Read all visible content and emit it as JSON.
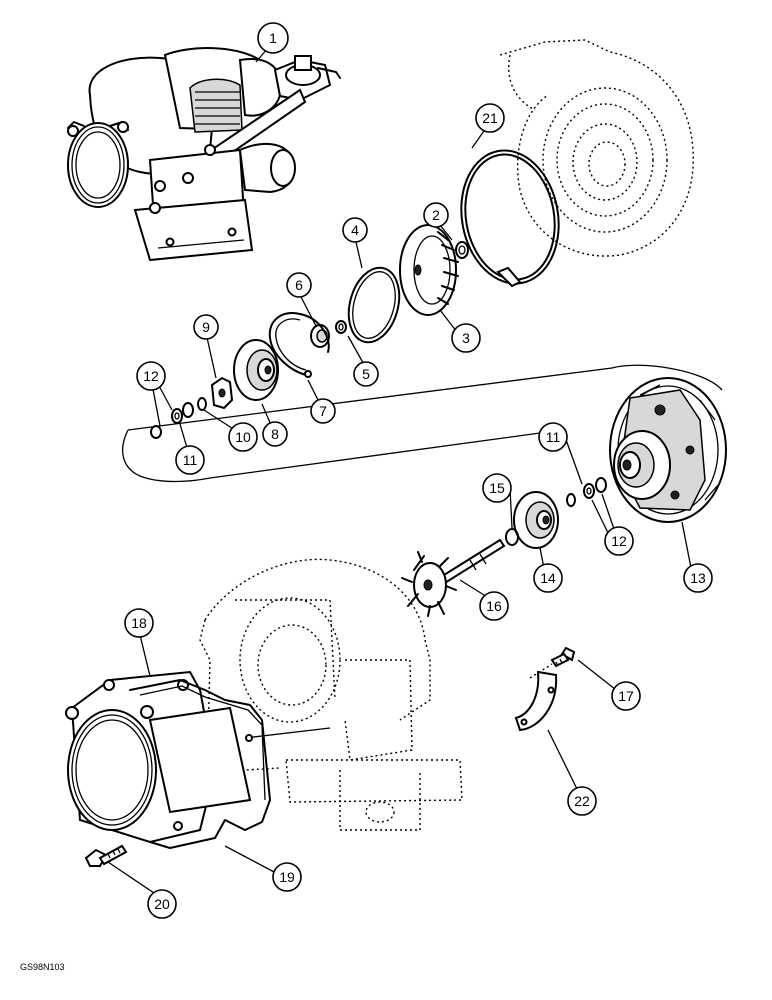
{
  "figure": {
    "reference_code": "GS98N103",
    "callouts": [
      {
        "id": "c1",
        "label": "1"
      },
      {
        "id": "c2",
        "label": "2"
      },
      {
        "id": "c3",
        "label": "3"
      },
      {
        "id": "c4",
        "label": "4"
      },
      {
        "id": "c5",
        "label": "5"
      },
      {
        "id": "c6",
        "label": "6"
      },
      {
        "id": "c7",
        "label": "7"
      },
      {
        "id": "c8",
        "label": "8"
      },
      {
        "id": "c9",
        "label": "9"
      },
      {
        "id": "c10",
        "label": "10"
      },
      {
        "id": "c11a",
        "label": "11"
      },
      {
        "id": "c11b",
        "label": "11"
      },
      {
        "id": "c12a",
        "label": "12"
      },
      {
        "id": "c12b",
        "label": "12"
      },
      {
        "id": "c13",
        "label": "13"
      },
      {
        "id": "c14",
        "label": "14"
      },
      {
        "id": "c15",
        "label": "15"
      },
      {
        "id": "c16",
        "label": "16"
      },
      {
        "id": "c17",
        "label": "17"
      },
      {
        "id": "c18",
        "label": "18"
      },
      {
        "id": "c19",
        "label": "19"
      },
      {
        "id": "c20",
        "label": "20"
      },
      {
        "id": "c21",
        "label": "21"
      },
      {
        "id": "c22",
        "label": "22"
      }
    ]
  }
}
